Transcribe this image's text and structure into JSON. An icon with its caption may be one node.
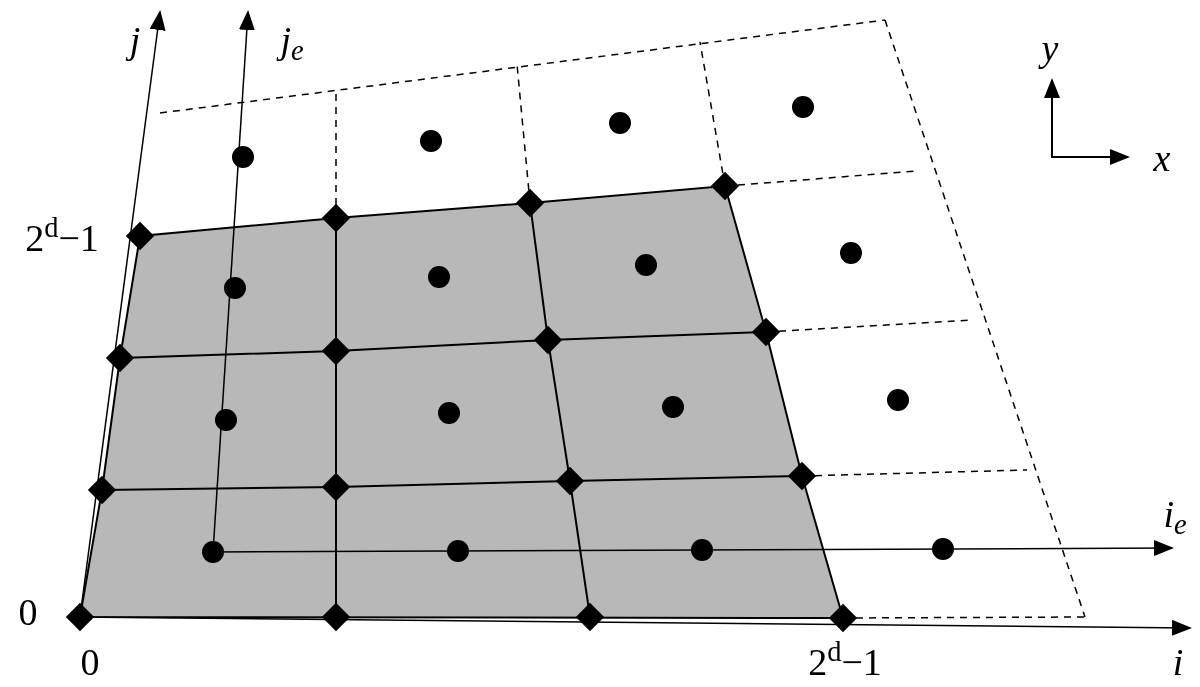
{
  "diagram": {
    "labels": [
      "j",
      "j$_{e}$",
      "y",
      "x",
      "2$^{d}$−1",
      "i$_{e}$",
      "0",
      "0",
      "2$^{d}$−1",
      "i"
    ]
  }
}
